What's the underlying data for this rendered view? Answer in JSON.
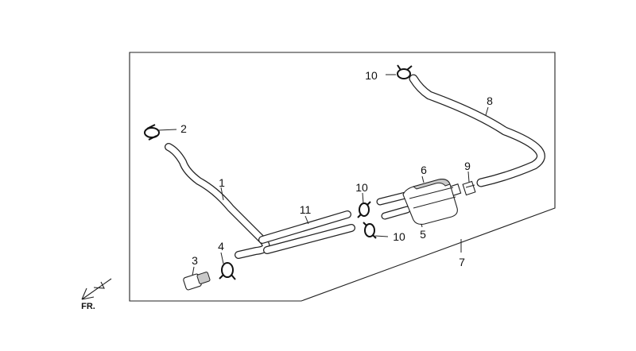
{
  "diagram": {
    "orientation_label": "FR.",
    "callouts": [
      {
        "id": "c1",
        "number": "1"
      },
      {
        "id": "c2",
        "number": "2"
      },
      {
        "id": "c3",
        "number": "3"
      },
      {
        "id": "c4",
        "number": "4"
      },
      {
        "id": "c5",
        "number": "5"
      },
      {
        "id": "c6",
        "number": "6"
      },
      {
        "id": "c7",
        "number": "7"
      },
      {
        "id": "c8",
        "number": "8"
      },
      {
        "id": "c9",
        "number": "9"
      },
      {
        "id": "c10a",
        "number": "10"
      },
      {
        "id": "c10b",
        "number": "10"
      },
      {
        "id": "c10c",
        "number": "10"
      },
      {
        "id": "c11",
        "number": "11"
      }
    ]
  }
}
